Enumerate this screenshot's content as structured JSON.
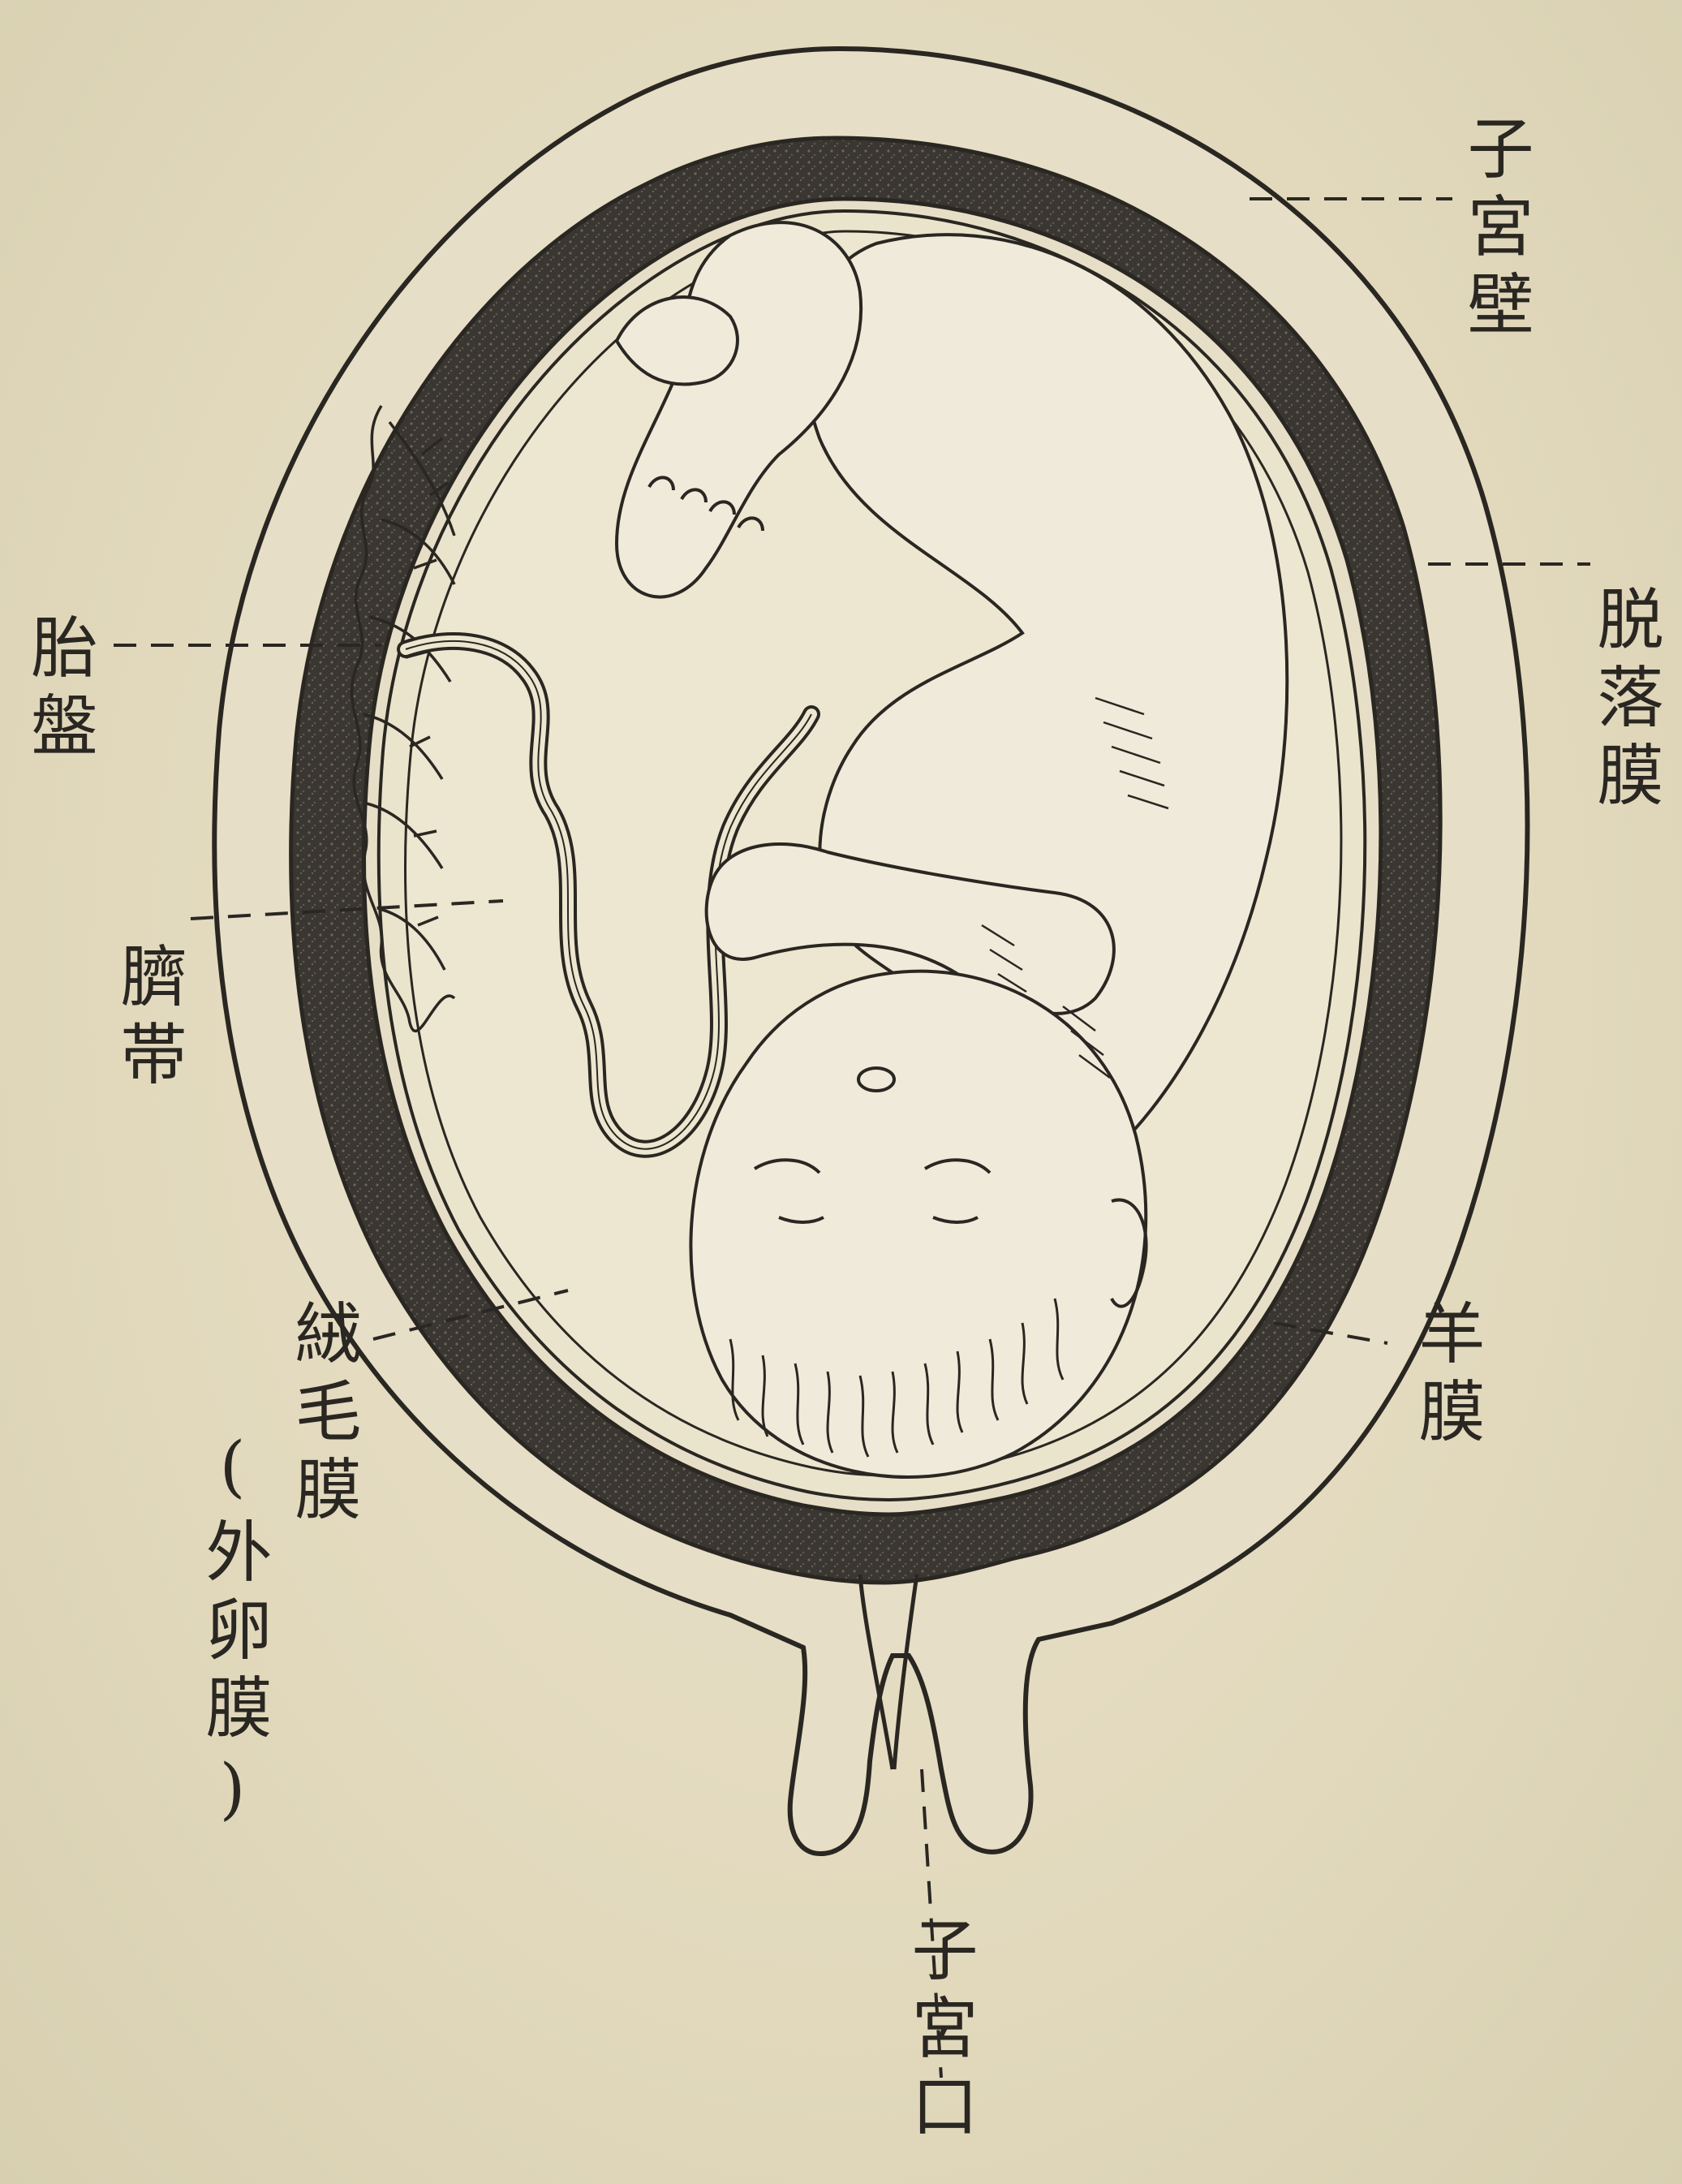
{
  "labels": {
    "uterine_wall": "子宮壁",
    "decidua": "脱落膜",
    "placenta": "胎盤",
    "umbilical_cord": "臍帯",
    "chorion": "絨毛膜",
    "chorion_alt": "(外卵膜)",
    "amnion": "羊膜",
    "cervix": "子宮口"
  },
  "colors": {
    "background": "#e4dcc3",
    "ink": "#2a2722",
    "wall_dark": "#3a3631"
  }
}
